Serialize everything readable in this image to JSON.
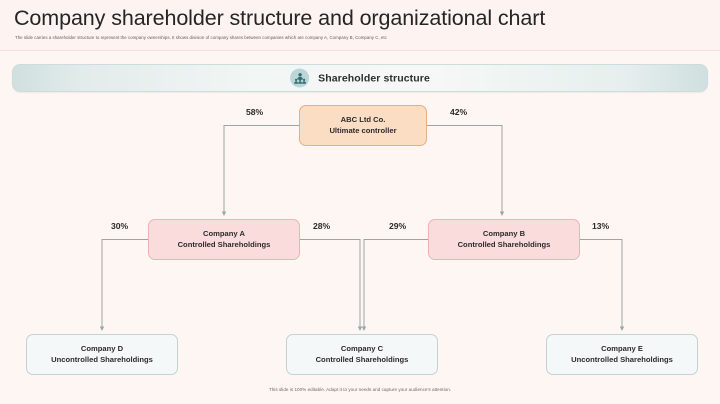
{
  "header": {
    "title": "Company shareholder structure and organizational chart",
    "subtitle": "The slide carries a shareholder structure to represent the company ownerships. It shows division of company shares between companies which are company A, Company B, Company C, etc"
  },
  "banner": {
    "label": "Shareholder structure",
    "icon": "people-group-icon"
  },
  "chart_data": {
    "type": "diagram",
    "title": "Shareholder structure",
    "nodes": [
      {
        "id": "root",
        "line1": "ABC Ltd Co.",
        "line2": "Ultimate controller",
        "level": 0,
        "color": "#fbddc3"
      },
      {
        "id": "a",
        "line1": "Company A",
        "line2": "Controlled Shareholdings",
        "level": 1,
        "color": "#fbdcdc"
      },
      {
        "id": "b",
        "line1": "Company B",
        "line2": "Controlled Shareholdings",
        "level": 1,
        "color": "#fbdcdc"
      },
      {
        "id": "d",
        "line1": "Company D",
        "line2": "Uncontrolled Shareholdings",
        "level": 2,
        "color": "#f5f8f8"
      },
      {
        "id": "c",
        "line1": "Company C",
        "line2": "Controlled Shareholdings",
        "level": 2,
        "color": "#f5f8f8"
      },
      {
        "id": "e",
        "line1": "Company E",
        "line2": "Uncontrolled Shareholdings",
        "level": 2,
        "color": "#f5f8f8"
      }
    ],
    "edges": [
      {
        "from": "root",
        "to": "a",
        "label": "58%"
      },
      {
        "from": "root",
        "to": "b",
        "label": "42%"
      },
      {
        "from": "a",
        "to": "d",
        "label": "30%"
      },
      {
        "from": "a",
        "to": "c",
        "label": "28%"
      },
      {
        "from": "b",
        "to": "c",
        "label": "29%"
      },
      {
        "from": "b",
        "to": "e",
        "label": "13%"
      }
    ]
  },
  "footer": {
    "note": "This slide is 100% editable. Adapt it to your needs and capture your audience's attention."
  }
}
